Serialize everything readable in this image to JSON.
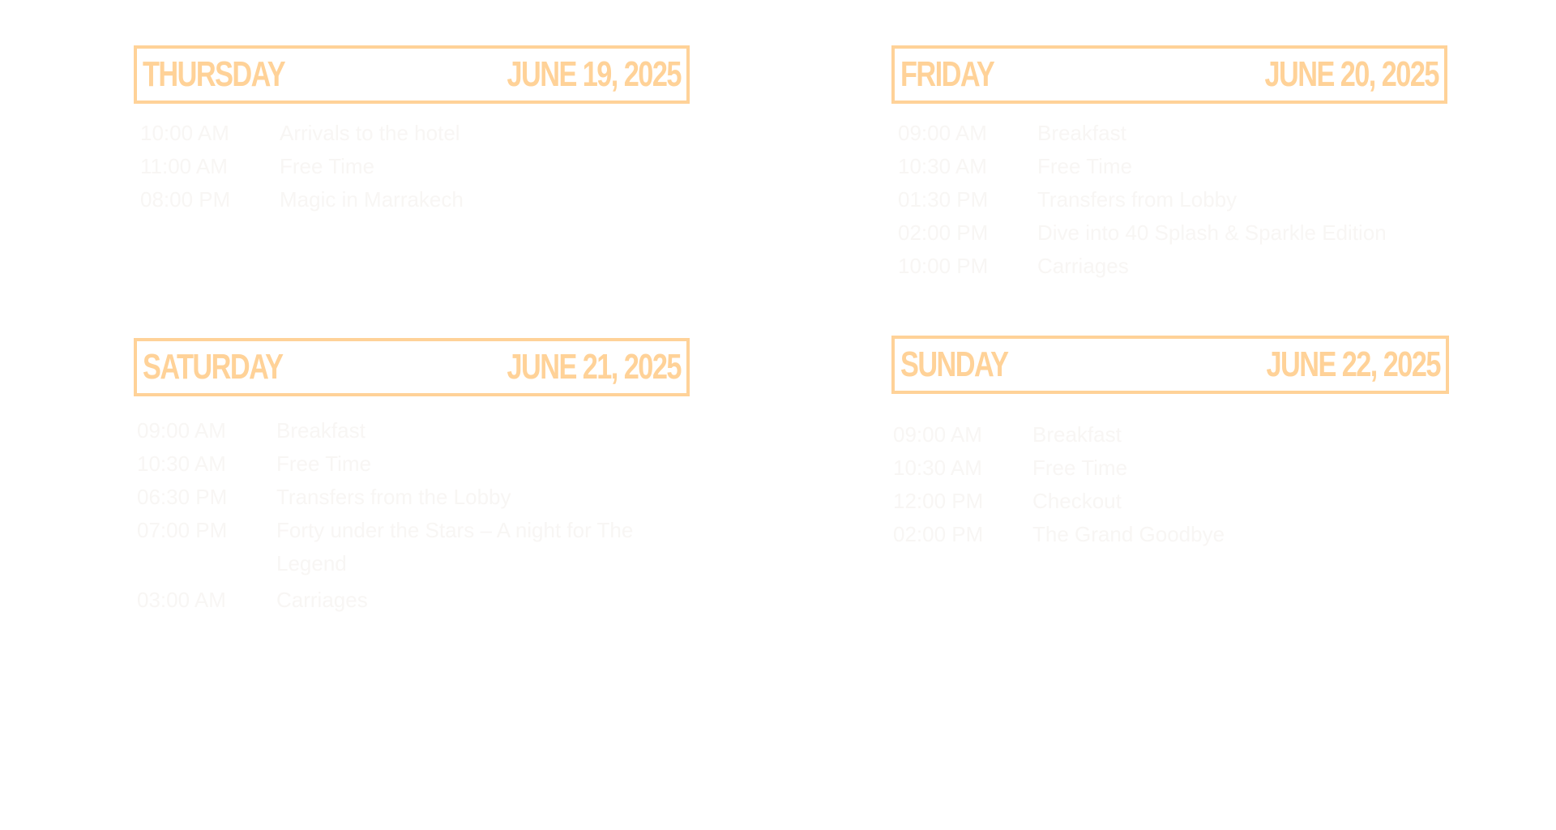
{
  "days": [
    {
      "name": "THURSDAY",
      "date": "JUNE 19, 2025",
      "events": [
        {
          "time": "10:00 AM",
          "title": "Arrivals to the hotel"
        },
        {
          "time": "11:00 AM",
          "title": "Free Time"
        },
        {
          "time": "08:00 PM",
          "title": "Magic in Marrakech"
        }
      ]
    },
    {
      "name": "FRIDAY",
      "date": "JUNE 20, 2025",
      "events": [
        {
          "time": "09:00 AM",
          "title": "Breakfast"
        },
        {
          "time": "10:30 AM",
          "title": "Free Time"
        },
        {
          "time": "01:30 PM",
          "title": "Transfers from Lobby"
        },
        {
          "time": "02:00 PM",
          "title": "Dive into 40 Splash & Sparkle Edition"
        },
        {
          "time": "10:00 PM",
          "title": "Carriages"
        }
      ]
    },
    {
      "name": "SATURDAY",
      "date": "JUNE 21, 2025",
      "events": [
        {
          "time": "09:00 AM",
          "title": "Breakfast"
        },
        {
          "time": "10:30 AM",
          "title": "Free Time"
        },
        {
          "time": "06:30 PM",
          "title": "Transfers from the Lobby"
        },
        {
          "time": "07:00 PM",
          "title": "Forty under the Stars – A night for The Legend"
        },
        {
          "time": "03:00 AM",
          "title": "Carriages"
        }
      ]
    },
    {
      "name": "SUNDAY",
      "date": "JUNE 22, 2025",
      "events": [
        {
          "time": "09:00 AM",
          "title": "Breakfast"
        },
        {
          "time": "10:30 AM",
          "title": "Free Time"
        },
        {
          "time": "12:00 PM",
          "title": "Checkout"
        },
        {
          "time": "02:00 PM",
          "title": "The Grand Goodbye"
        }
      ]
    }
  ],
  "colors": {
    "accent": "#ffd298",
    "event_text": "#f8f6f4",
    "background": "#ffffff"
  }
}
